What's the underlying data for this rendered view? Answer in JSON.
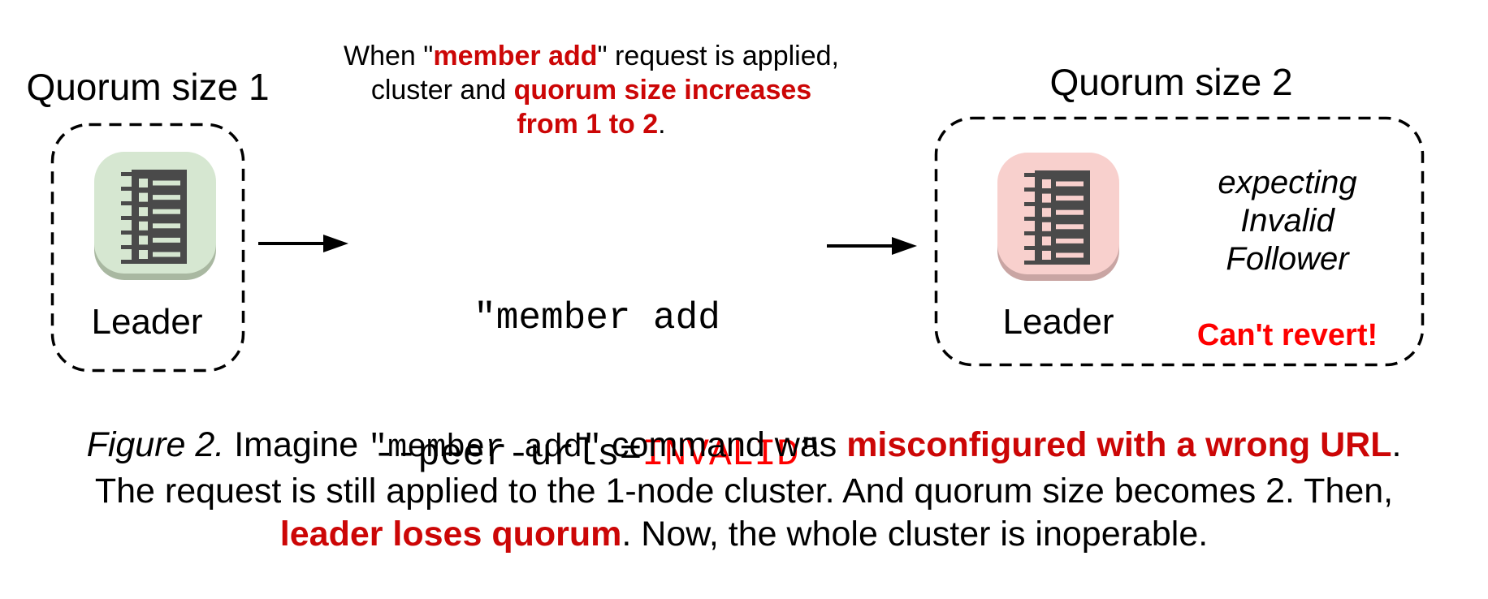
{
  "left_group": {
    "title": "Quorum size 1",
    "node_label": "Leader"
  },
  "right_group": {
    "title": "Quorum size 2",
    "node_label": "Leader",
    "expect_l1": "expecting",
    "expect_l2": "Invalid",
    "expect_l3": "Follower",
    "warning": "Can't revert!"
  },
  "top_note": {
    "l1_pre": "When \"",
    "l1_red": "member add",
    "l1_post": "\" request is applied,",
    "l2_pre": "cluster and ",
    "l2_red": "quorum size increases",
    "l3_red": "from 1 to 2",
    "l3_post": "."
  },
  "command": {
    "line1": "\"member add",
    "l2_pre": "--peer-urls=",
    "l2_invalid": "INVALID",
    "l2_post": "\""
  },
  "caption": {
    "fig": "Figure 2.",
    "s1": " Imagine ",
    "code": "\"member add\"",
    "s2": " command was ",
    "red1": "misconfigured with a wrong URL",
    "s3": ".",
    "l2": "The request is still applied to the 1-node cluster. And quorum size becomes 2. Then,",
    "red2": "leader loses quorum",
    "s4": ". Now, the whole cluster is inoperable."
  },
  "colors": {
    "red-bold": "#cc0606",
    "red-bright": "#fe0000",
    "tile-green": "#d6e7d1",
    "tile-green-edge": "#a9b8a1",
    "tile-pink": "#f8d0cd",
    "tile-pink-edge": "#c9a5a3",
    "glyph-ink": "#4a4a4a",
    "line-black": "#000000"
  }
}
